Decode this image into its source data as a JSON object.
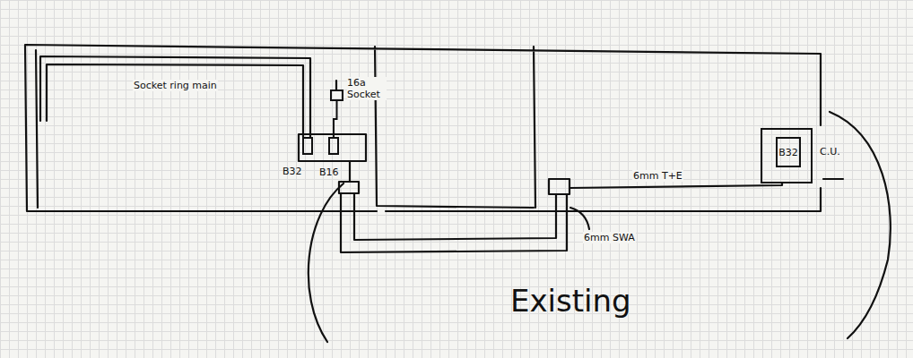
{
  "diagram": {
    "nodes": [
      {
        "text": [
          "B32"
        ]
      },
      {
        "text": [
          "B16"
        ]
      },
      {
        "text": [
          "16a Socket"
        ]
      },
      {
        "text": [
          "C.U."
        ]
      },
      {
        "text": [
          "B32"
        ],
        "in": 3
      }
    ],
    "edges": [
      {
        "from": 1,
        "to": 2,
        "arrow": "none"
      }
    ],
    "labels": [
      "Socket ring main",
      "6mm T+E",
      "6mm SWA",
      "Existing"
    ]
  }
}
